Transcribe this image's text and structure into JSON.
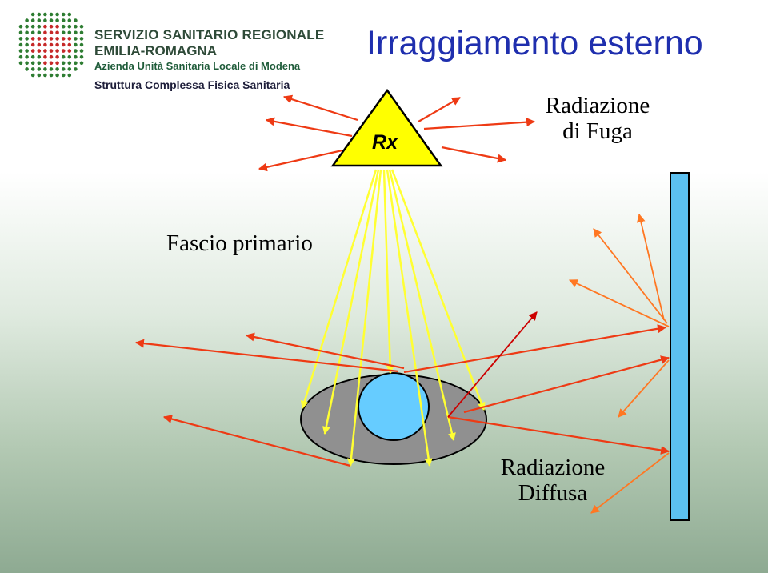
{
  "header": {
    "org_line1": "SERVIZIO SANITARIO REGIONALE",
    "org_line2": "EMILIA-ROMAGNA",
    "org_line3": "Azienda Unità Sanitaria Locale di Modena",
    "org_line4": "Struttura Complessa Fisica Sanitaria"
  },
  "title": "Irraggiamento esterno",
  "source_label": "Rx",
  "labels": {
    "leakage_line1": "Radiazione",
    "leakage_line2": "di Fuga",
    "primary_beam": "Fascio primario",
    "scatter_line1": "Radiazione",
    "scatter_line2": "Diffusa"
  },
  "colors": {
    "title": "#1f2fae",
    "source_triangle": "#ffff00",
    "primary_beam": "#ffff33",
    "leakage_arrows": "#ee3a14",
    "scatter_arrows": "#ff7722",
    "body_ellipse": "#909090",
    "organ": "#66ccff",
    "barrier_wall": "#5cc0f0",
    "logo_green": "#2e7d32",
    "logo_red": "#c62828"
  }
}
